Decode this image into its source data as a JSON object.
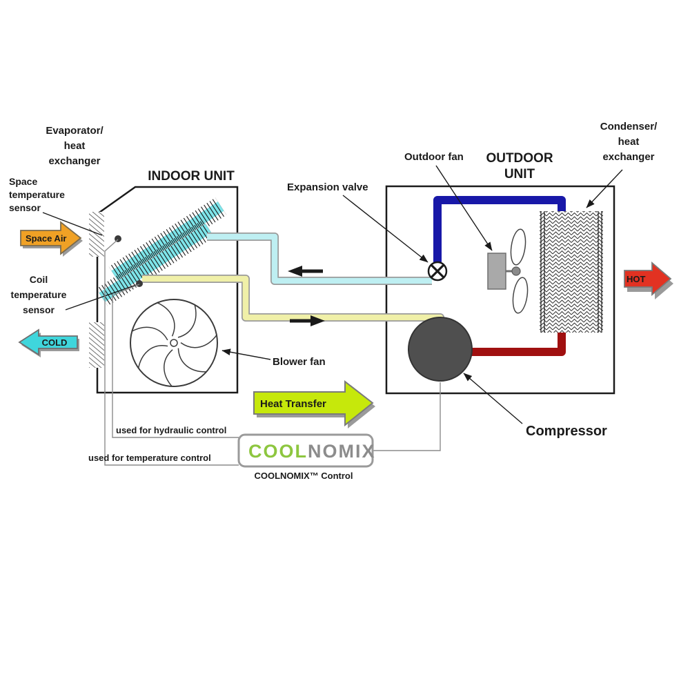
{
  "diagram": {
    "indoor": {
      "title": "INDOOR UNIT",
      "evaporator_label": [
        "Evaporator/",
        "heat",
        "exchanger"
      ],
      "space_sensor_label": [
        "Space",
        "temperature",
        "sensor"
      ],
      "coil_sensor_label": [
        "Coil",
        "temperature",
        "sensor"
      ],
      "blower_fan_label": "Blower fan"
    },
    "outdoor": {
      "title": [
        "OUTDOOR",
        "UNIT"
      ],
      "fan_label": "Outdoor fan",
      "condenser_label": [
        "Condenser/",
        "heat",
        "exchanger"
      ],
      "expansion_valve_label": "Expansion valve",
      "compressor_label": "Compressor"
    },
    "flow_arrows": {
      "space_air": "Space Air",
      "cold": "COLD",
      "hot": "HOT",
      "heat_transfer": "Heat Transfer"
    },
    "control": {
      "hydraulic_wire_label": "used for hydraulic control",
      "temperature_wire_label": "used for temperature control",
      "logo_cool": "COOL",
      "logo_nomix": "NOMIX",
      "caption": "COOLNOMIX™ Control"
    },
    "colors": {
      "evaporator_cyan": "#7EE5EA",
      "cold_cyan": "#3FD6DC",
      "space_air_orange": "#F0A125",
      "hot_red": "#E23222",
      "heat_transfer_green": "#C6E80B",
      "suction_pipe_yellow": "#F0F0A8",
      "liquid_pipe_cyan": "#BEEFF2",
      "discharge_pipe_blue": "#1818A8",
      "condenser_pipe_red": "#A01010",
      "compressor_gray": "#4F4F4F",
      "logo_green": "#8DC63F",
      "logo_gray": "#8C8C8C",
      "compressor_label_red": "#9B1A1A"
    }
  }
}
